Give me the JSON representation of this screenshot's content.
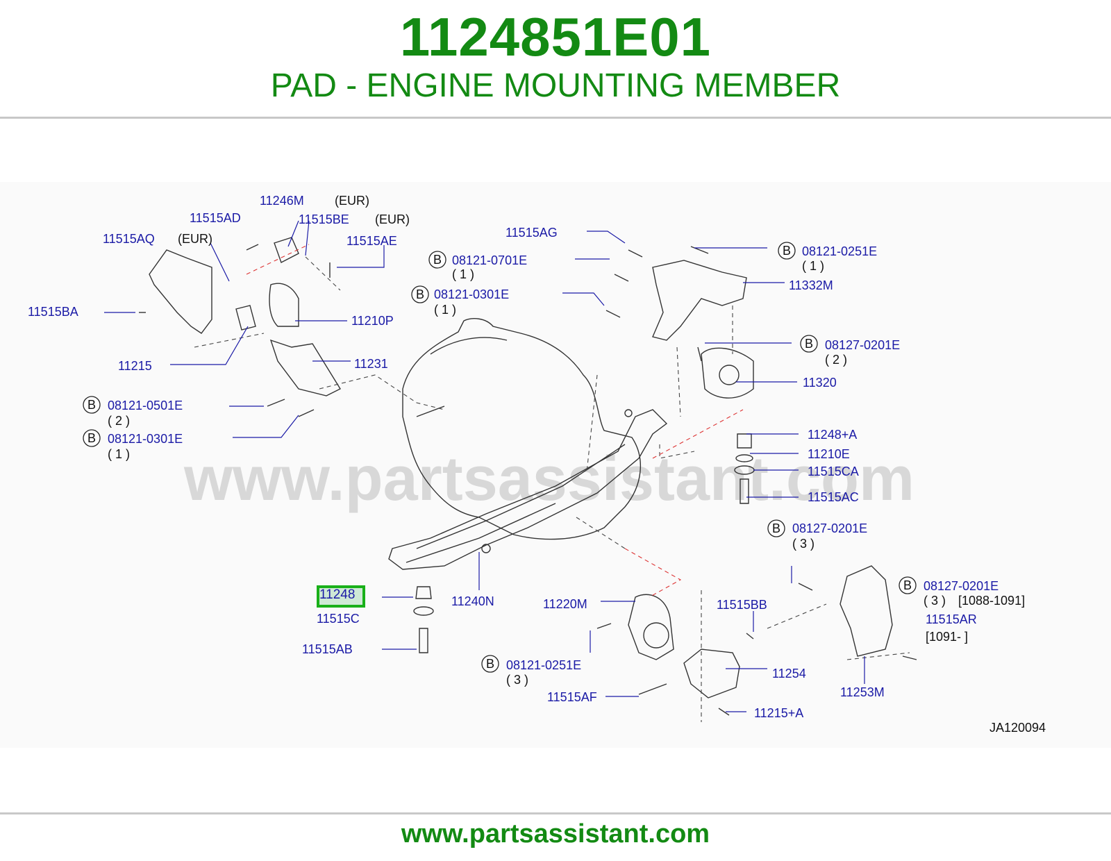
{
  "header": {
    "part_number": "1124851E01",
    "part_name": "PAD - ENGINE MOUNTING MEMBER"
  },
  "diagram": {
    "watermark": "www.partsassistant.com",
    "code": "JA120094",
    "highlighted_part": "11248",
    "labels": {
      "p11246M": "11246M",
      "eur1": "(EUR)",
      "p11515AD": "11515AD",
      "p11515BE": "11515BE",
      "eur2": "(EUR)",
      "p11515AQ": "11515AQ",
      "eur3": "(EUR)",
      "p11515AE": "11515AE",
      "p11515BA": "11515BA",
      "p11210P": "11210P",
      "p11215": "11215",
      "p11231": "11231",
      "b0501": "08121-0501E",
      "q2a": "( 2 )",
      "b0301a": "08121-0301E",
      "q1a": "( 1 )",
      "p11515AG": "11515AG",
      "b0701": "08121-0701E",
      "q1b": "( 1 )",
      "b0301b": "08121-0301E",
      "q1c": "( 1 )",
      "b0251a": "08121-0251E",
      "q1d": "( 1 )",
      "p11332M": "11332M",
      "b0201a": "08127-0201E",
      "q2b": "( 2 )",
      "p11320": "11320",
      "p11248A": "11248+A",
      "p11210E": "11210E",
      "p11515CA": "11515CA",
      "p11515AC": "11515AC",
      "b0201b": "08127-0201E",
      "q3a": "( 3 )",
      "p11515C": "11515C",
      "p11515AB": "11515AB",
      "p11240N": "11240N",
      "p11220M": "11220M",
      "p11515BB": "11515BB",
      "b0201c": "08127-0201E",
      "q3b": "( 3 )",
      "range1": "[1088-1091]",
      "p11515AR": "11515AR",
      "range2": "[1091-                ]",
      "b0251b": "08121-0251E",
      "q3c": "( 3 )",
      "p11254": "11254",
      "p11253M": "11253M",
      "p11515AF": "11515AF",
      "p11215A": "11215+A",
      "b": "B"
    }
  },
  "footer": {
    "website": "www.partsassistant.com"
  },
  "colors": {
    "title_green": "#138a13",
    "label_blue": "#1a1aa6",
    "highlight_green": "#19b019"
  }
}
